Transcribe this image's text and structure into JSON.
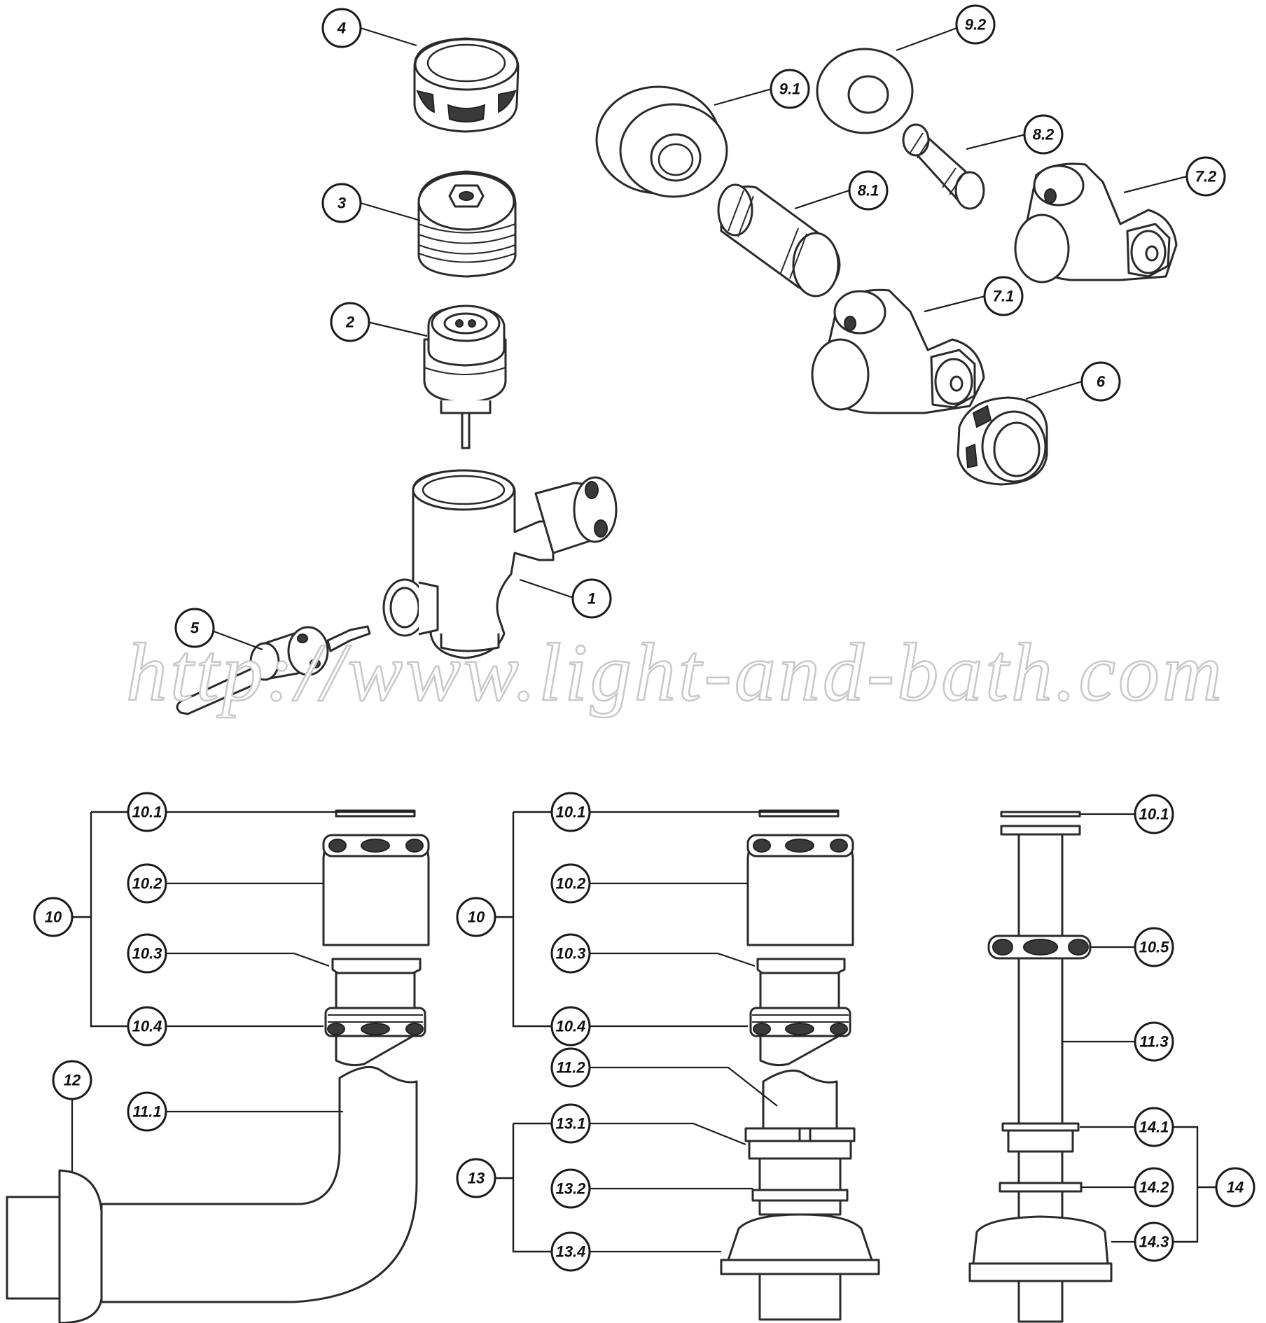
{
  "watermark": "http://www.light-and-bath.com",
  "callouts": {
    "c1": "1",
    "c2": "2",
    "c3": "3",
    "c4": "4",
    "c5": "5",
    "c6": "6",
    "c7_1": "7.1",
    "c7_2": "7.2",
    "c8_1": "8.1",
    "c8_2": "8.2",
    "c9_1": "9.1",
    "c9_2": "9.2",
    "a10": "10",
    "a10_1": "10.1",
    "a10_2": "10.2",
    "a10_3": "10.3",
    "a10_4": "10.4",
    "a11_1": "11.1",
    "a12": "12",
    "b10": "10",
    "b10_1": "10.1",
    "b10_2": "10.2",
    "b10_3": "10.3",
    "b10_4": "10.4",
    "b11_2": "11.2",
    "b13": "13",
    "b13_1": "13.1",
    "b13_2": "13.2",
    "b13_4": "13.4",
    "c10_1": "10.1",
    "c10_5": "10.5",
    "c11_3": "11.3",
    "c14": "14",
    "c14_1": "14.1",
    "c14_2": "14.2",
    "c14_3": "14.3"
  }
}
